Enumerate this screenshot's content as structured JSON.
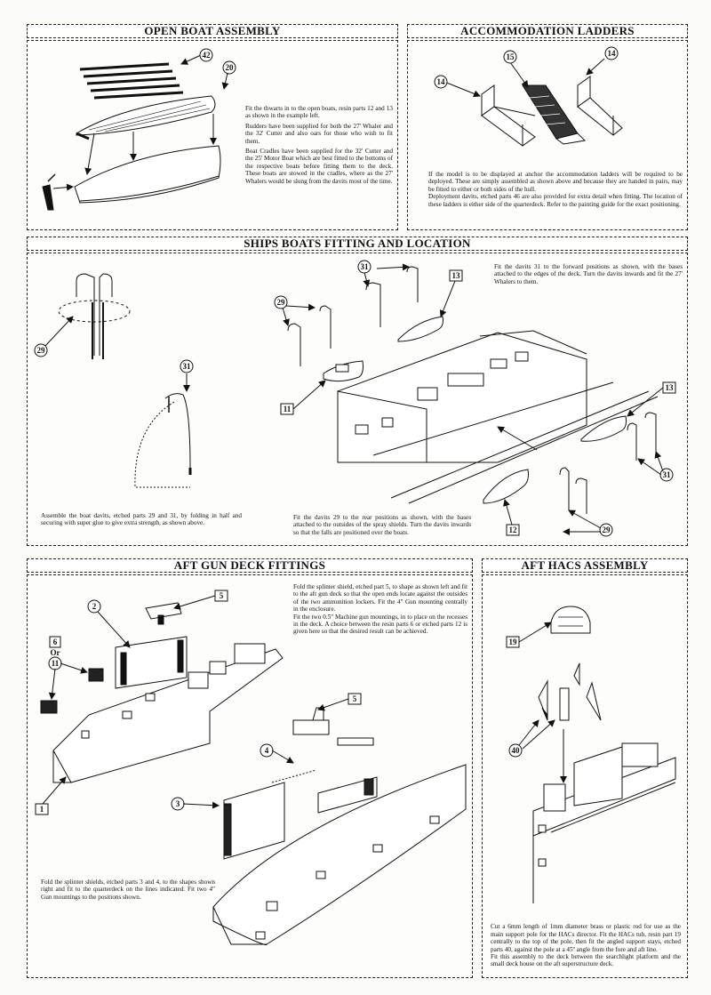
{
  "sections": {
    "open_boat": {
      "title": "OPEN BOAT ASSEMBLY",
      "callouts": [
        "42",
        "20"
      ],
      "paragraphs": [
        "Fit the thwarts in to the open boats, resin parts 12 and 13 as shown in the example left.",
        "Rudders have been supplied for both the 27' Whaler and the 32' Cutter and also oars for those who wish to fit them.",
        "Boat Cradles have been supplied for the 32' Cutter and the 25' Motor Boat which are best fitted to the bottoms of the respective boats before fitting them to the deck. These boats are stowed in the cradles, where as the 27' Whalers would be slung from the davits most of the time."
      ]
    },
    "ladders": {
      "title": "ACCOMMODATION LADDERS",
      "callouts": [
        "15",
        "14",
        "14"
      ],
      "paragraphs": [
        "If the model is to be displayed at anchor the accommodation ladders will be required to be deployed. These are simply assembled as shown above and because they are handed in pairs, may be fitted to either or both sides of the hull.",
        "Deployment davits, etched parts 46 are also provided for extra detail when fitting. The location of these ladders is either side of the quarterdeck. Refer to the painting guide for the exact positioning."
      ]
    },
    "boats_fitting": {
      "title": "SHIPS BOATS FITTING AND LOCATION",
      "callouts": [
        "29",
        "31",
        "31",
        "29",
        "13",
        "11",
        "13",
        "31",
        "29",
        "12"
      ],
      "text_right": "Fit the davits 31 to the forward positions as shown, with the bases attached to the edges of the deck. Turn the davits inwards and fit the 27' Whalers to them.",
      "text_left": "Assemble the boat davits, etched parts 29 and 31, by folding in half and securing with super glue to give extra strength, as shown above.",
      "text_bottom": "Fit the davits 29 to the rear positions as shown, with the bases attached to the outsides of the spray shields. Turn the davits inwards so that the falls are positioned over the boats."
    },
    "aft_gun": {
      "title": "AFT GUN DECK FITTINGS",
      "callouts": [
        "5",
        "2",
        "6",
        "Or",
        "11",
        "1",
        "5",
        "4",
        "3"
      ],
      "text_top": [
        "Fold the splinter shield, etched part 5, to shape as shown left and fit to the aft gun deck so that the open ends locate against the outsides of the two ammunition lockers. Fit the 4\" Gun mounting centrally in the enclosure.",
        "Fit the two 0.5\" Machine gun mountings, in to place on the recesses in the deck. A choice between the resin parts 6 or etched parts 12 is given here so that the desired result can be achieved."
      ],
      "text_bottom": "Fold the splinter shields, etched parts 3 and 4, to the shapes shown right and fit to the quarterdeck on the lines indicated. Fit two 4\" Gun mountings to the positions shown."
    },
    "hacs": {
      "title": "AFT HACS ASSEMBLY",
      "callouts": [
        "19",
        "40"
      ],
      "text": "Cut a 6mm length of 1mm diameter brass or plastic rod for use as the main support pole for the HACs director. Fit the HACs tub, resin part 19 centrally to the top of the pole, then fit the angled support stays, etched parts 40, against the pole at a 45º angle from the fore and aft line.\nFit this assembly to the deck between the searchlight platform and the small deck house on the aft superstructure deck."
    }
  }
}
